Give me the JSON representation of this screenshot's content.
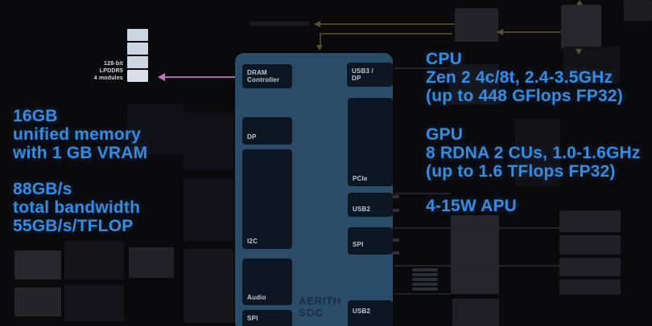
{
  "colors": {
    "accent_blue": "#3a8ade",
    "soc_body": "#2b4c68",
    "soc_block_bg": "#0d1623",
    "memory_module_fill": "#ccd6e2",
    "arrow_pink": "#a868a6",
    "trace_olive": "#45412b"
  },
  "memory": {
    "module_count": 4,
    "label_line1": "128-bit",
    "label_line2": "LPDDR5",
    "label_line3": "4 modules"
  },
  "left_info": {
    "memory_line1": "16GB",
    "memory_line2": "unified memory",
    "memory_line3": "with 1 GB VRAM",
    "bandwidth_line1": "88GB/s",
    "bandwidth_line2": "total bandwidth",
    "bandwidth_line3": "55GB/s/TFLOP"
  },
  "soc": {
    "name_line1": "AERITH",
    "name_line2": "SOC",
    "blocks": [
      {
        "label": "DRAM Controller"
      },
      {
        "label": "DP"
      },
      {
        "label": "I2C"
      },
      {
        "label": "Audio"
      },
      {
        "label": "SPI"
      },
      {
        "label": "USB3 / DP"
      },
      {
        "label": "PCIe"
      },
      {
        "label": "USB2"
      },
      {
        "label": "SPI"
      },
      {
        "label": "USB2"
      }
    ]
  },
  "right_info": {
    "cpu_title": "CPU",
    "cpu_line1": "Zen 2 4c/8t, 2.4-3.5GHz",
    "cpu_line2": "(up to 448 GFlops FP32)",
    "gpu_title": "GPU",
    "gpu_line1": "8 RDNA 2 CUs, 1.0-1.6GHz",
    "gpu_line2": "(up to 1.6 TFlops FP32)",
    "apu_line": "4-15W APU"
  }
}
